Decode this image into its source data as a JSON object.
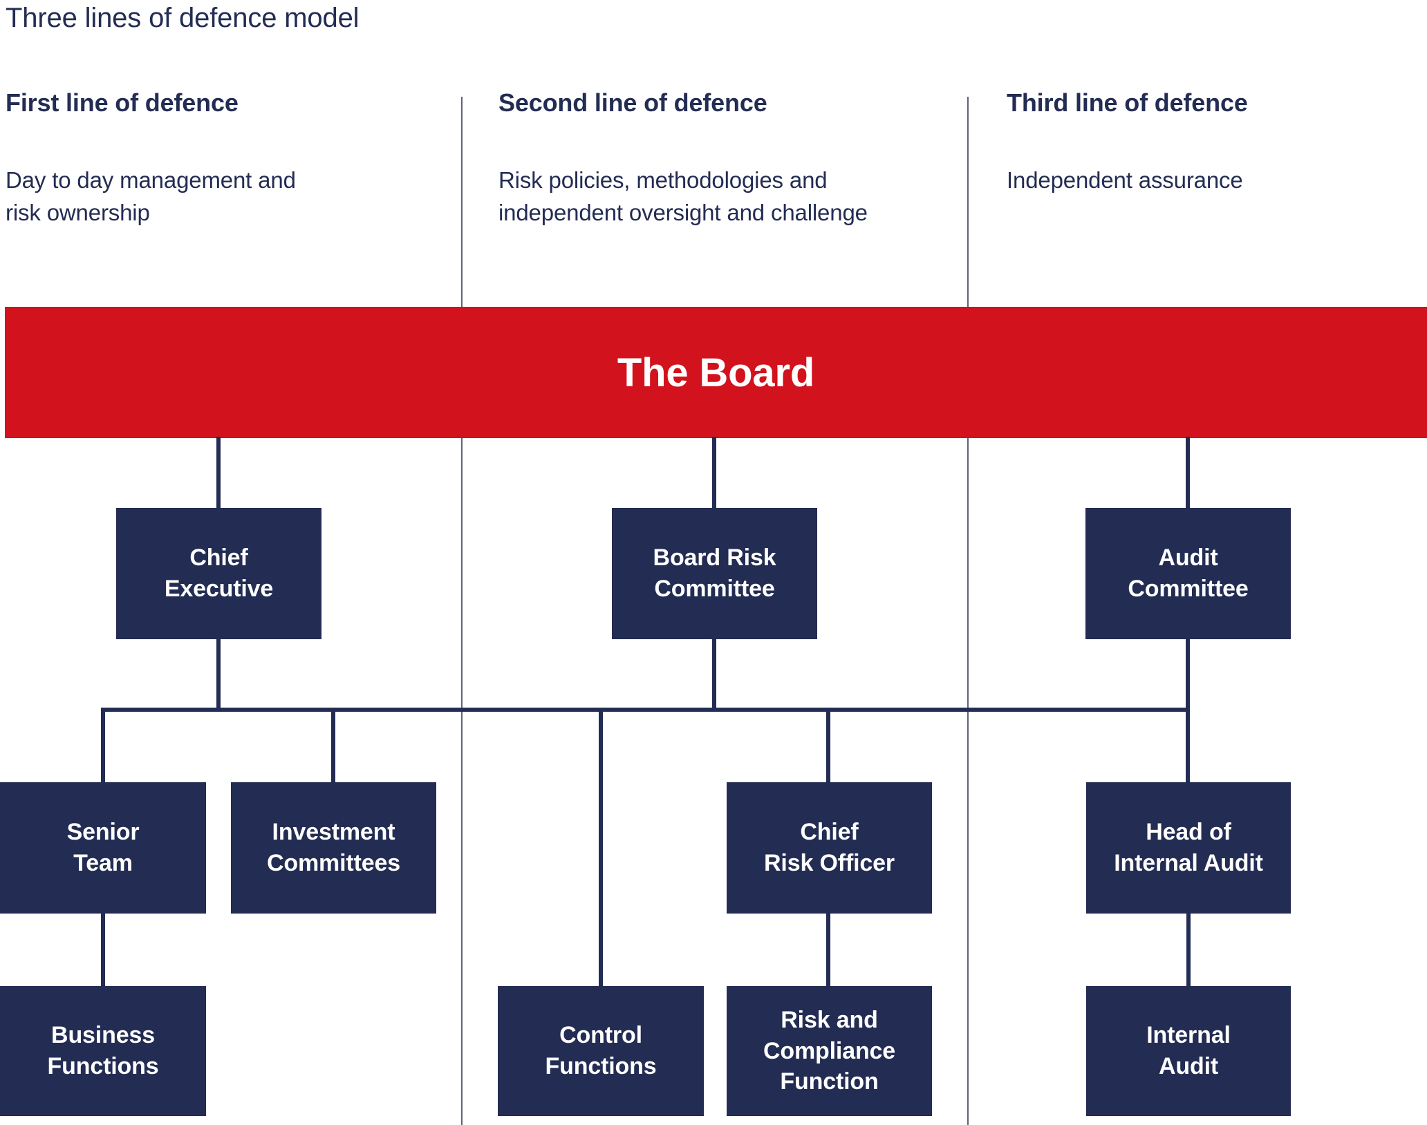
{
  "title": "Three lines of defence model",
  "colors": {
    "navy": "#232c53",
    "red": "#d2121c",
    "divider": "#5d6474",
    "box_text": "#ffffff"
  },
  "columns": [
    {
      "heading": "First line of defence",
      "desc_lines": [
        "Day to day management and",
        "risk ownership"
      ]
    },
    {
      "heading": "Second line of defence",
      "desc_lines": [
        "Risk policies, methodologies and",
        "independent oversight and challenge"
      ]
    },
    {
      "heading": "Third line of defence",
      "desc_lines": [
        "Independent assurance"
      ]
    }
  ],
  "board": {
    "label": "The Board"
  },
  "nodes": {
    "chief_executive": {
      "line1": "Chief",
      "line2": "Executive"
    },
    "board_risk_committee": {
      "line1": "Board Risk",
      "line2": "Committee"
    },
    "audit_committee": {
      "line1": "Audit",
      "line2": "Committee"
    },
    "senior_team": {
      "line1": "Senior",
      "line2": "Team"
    },
    "investment_committees": {
      "line1": "Investment",
      "line2": "Committees"
    },
    "chief_risk_officer": {
      "line1": "Chief",
      "line2": "Risk Officer"
    },
    "head_of_internal_audit": {
      "line1": "Head of",
      "line2": "Internal Audit"
    },
    "business_functions": {
      "line1": "Business",
      "line2": "Functions"
    },
    "control_functions": {
      "line1": "Control",
      "line2": "Functions"
    },
    "risk_and_compliance_function": {
      "line1": "Risk and",
      "line2": "Compliance",
      "line3": "Function"
    },
    "internal_audit": {
      "line1": "Internal",
      "line2": "Audit"
    }
  }
}
